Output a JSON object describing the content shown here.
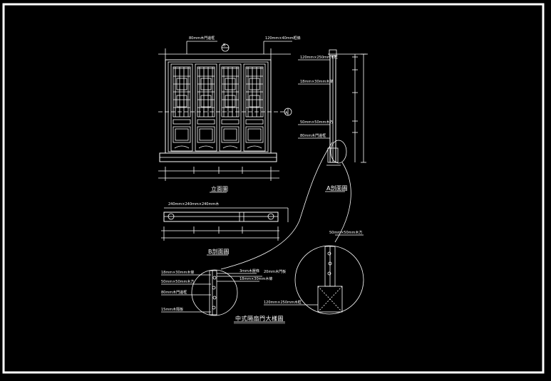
{
  "drawing": {
    "main_title": "中式隔扇門大樣圖",
    "views": {
      "elevation_caption": "立面圖",
      "section_a_caption": "A剖面圖",
      "section_b_caption": "B剖面圖"
    },
    "section_markers": {
      "b": "B",
      "a": "A"
    },
    "elevation_labels": {
      "top_left": "80mm木門邊框",
      "top_right": "120mm×40mm框條"
    },
    "section_a_labels": {
      "l1": "120mm×250mm木框",
      "l2": "18mm×30mm木條",
      "l3": "50mm×50mm木方",
      "l4": "80mm木門邊框"
    },
    "section_b_labels": {
      "top": "240mm×240mm×240mm木"
    },
    "detail_left_labels": {
      "l1": "18mm×30mm木條",
      "l2": "50mm×50mm木方",
      "l3": "80mm木門邊框",
      "l4": "15mm木隔板",
      "r1": "3mm木壓條",
      "r2": "18mm×30mm木條",
      "r3": "20mm木門板"
    },
    "detail_right_labels": {
      "top": "50mm×50mm木方",
      "bottom": "120mm×250mm木框"
    }
  }
}
